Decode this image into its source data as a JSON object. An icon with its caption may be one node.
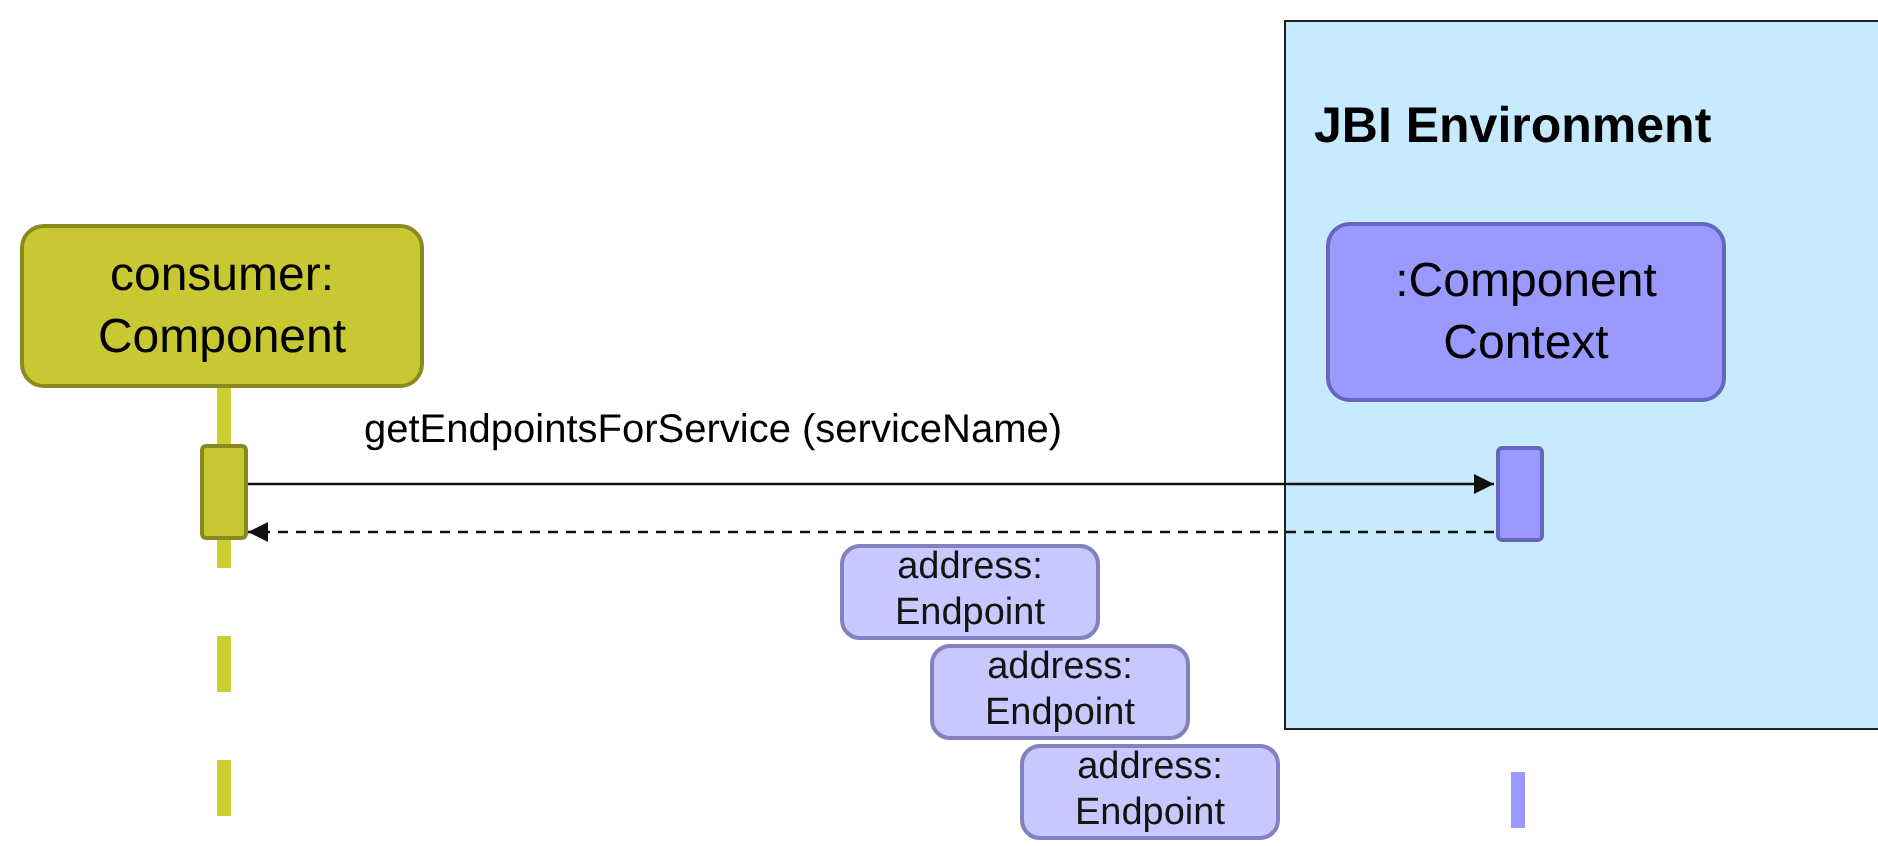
{
  "diagram": {
    "nodes": [
      {
        "text": [
          "JBI Environment"
        ]
      },
      {
        "text": [
          "consumer: Component"
        ]
      },
      {
        "text": [
          ":Component Context"
        ],
        "in": 0
      },
      {
        "text": [],
        "shape": "bar"
      },
      {
        "text": [],
        "shape": "bar",
        "in": 0
      },
      {
        "text": [
          "address: Endpoint"
        ]
      },
      {
        "text": [
          "address: Endpoint"
        ]
      },
      {
        "text": [
          "address: Endpoint"
        ]
      }
    ],
    "edges": [
      {
        "from": 3,
        "to": 4,
        "arrow": "to",
        "label": "getEndpointsForService (serviceName)"
      },
      {
        "from": 4,
        "to": 3,
        "arrow": "to",
        "style": "dashed"
      }
    ]
  }
}
